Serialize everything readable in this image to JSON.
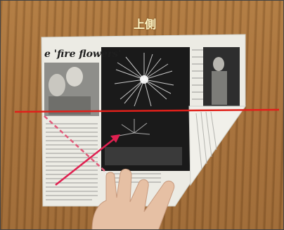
{
  "label": {
    "text": "上側"
  },
  "newspaper": {
    "headline": "e 'fire flowers'"
  },
  "annotation": {
    "fold_line_color": "#e0201a",
    "arrow_color": "#e02050"
  },
  "icons": [
    "fold-line",
    "fold-arrow",
    "dashed-crease"
  ]
}
